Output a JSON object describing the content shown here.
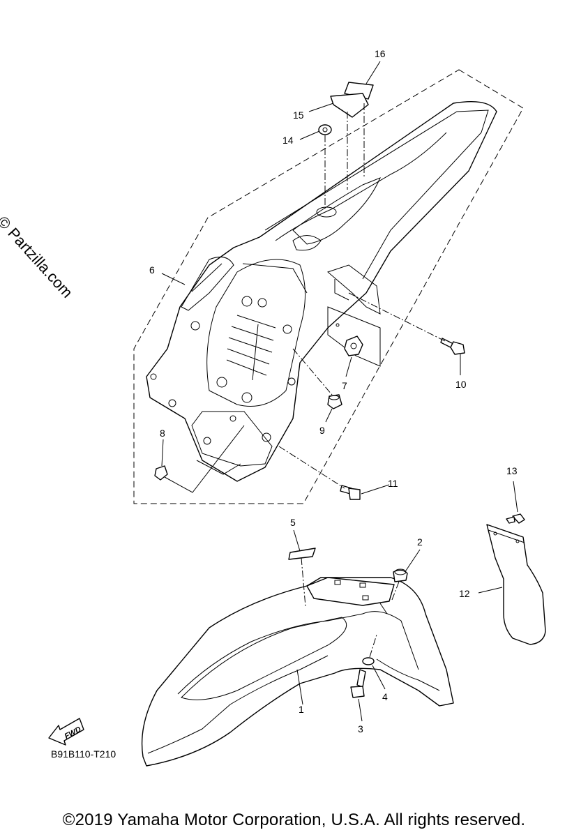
{
  "watermark": "© Partzilla.com",
  "diagram_code": "B91B110-T210",
  "fwd_label": "FWD",
  "callouts": [
    "1",
    "2",
    "3",
    "4",
    "5",
    "6",
    "7",
    "8",
    "9",
    "10",
    "11",
    "12",
    "13",
    "14",
    "15",
    "16"
  ],
  "footer": "©2019 Yamaha Motor Corporation, U.S.A. All rights reserved."
}
